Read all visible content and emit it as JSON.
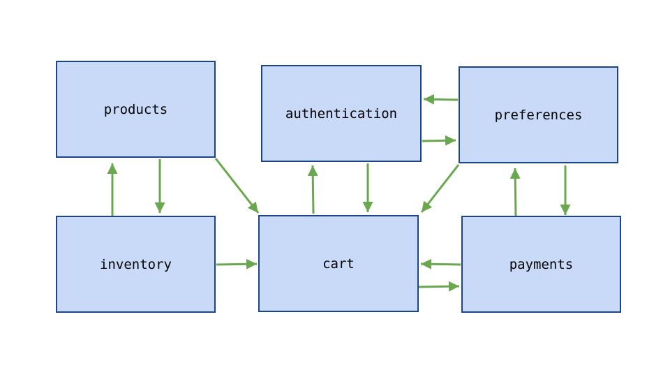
{
  "diagram": {
    "colors": {
      "node_fill": "#c9daf8",
      "node_border": "#1c4587",
      "arrow": "#6aa84f"
    },
    "nodes": {
      "products": "products",
      "authentication": "authentication",
      "preferences": "preferences",
      "inventory": "inventory",
      "cart": "cart",
      "payments": "payments"
    },
    "edges": [
      {
        "from": "products",
        "to": "inventory"
      },
      {
        "from": "inventory",
        "to": "products"
      },
      {
        "from": "products",
        "to": "cart"
      },
      {
        "from": "inventory",
        "to": "cart"
      },
      {
        "from": "cart",
        "to": "authentication"
      },
      {
        "from": "authentication",
        "to": "cart"
      },
      {
        "from": "authentication",
        "to": "preferences"
      },
      {
        "from": "preferences",
        "to": "authentication"
      },
      {
        "from": "preferences",
        "to": "cart"
      },
      {
        "from": "preferences",
        "to": "payments"
      },
      {
        "from": "payments",
        "to": "preferences"
      },
      {
        "from": "payments",
        "to": "cart"
      },
      {
        "from": "cart",
        "to": "payments"
      }
    ]
  }
}
